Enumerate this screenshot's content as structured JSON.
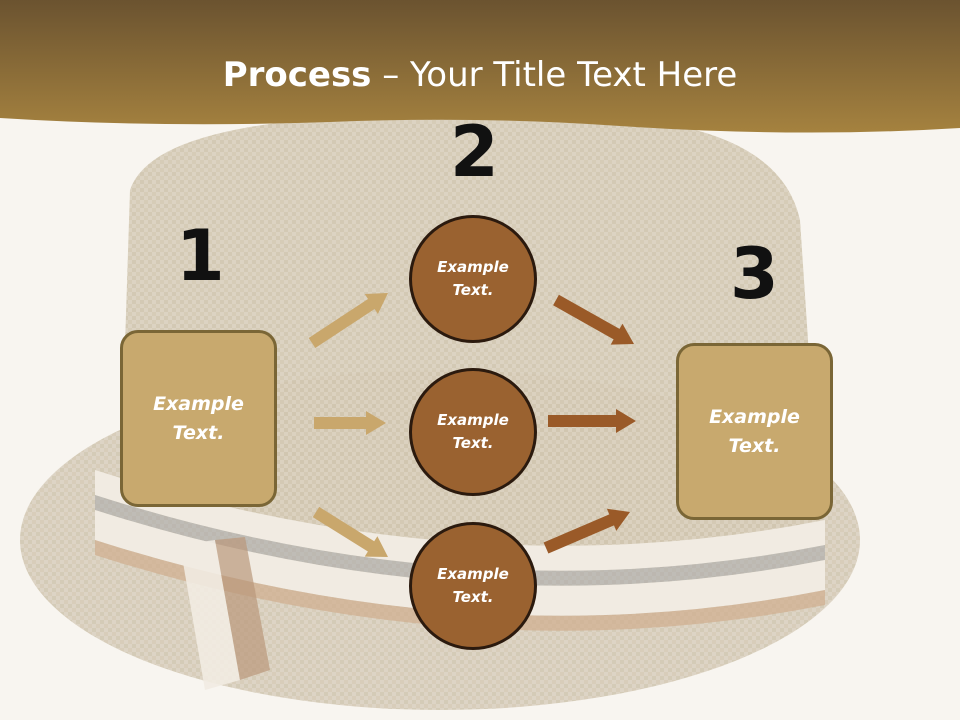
{
  "title": {
    "bold": "Process",
    "rest": " – Your Title Text Here"
  },
  "steps": [
    {
      "number": "1"
    },
    {
      "number": "2"
    },
    {
      "number": "3"
    }
  ],
  "left_box": {
    "text": "Example Text."
  },
  "right_box": {
    "text": "Example Text."
  },
  "circles": [
    {
      "text": "Example Text."
    },
    {
      "text": "Example Text."
    },
    {
      "text": "Example Text."
    }
  ],
  "colors": {
    "banner": "#8a6a32",
    "box_fill": "#c8a96e",
    "box_border": "#7a6636",
    "circle_fill": "#9a6230",
    "circle_border": "#2b1a0e",
    "arrow_left": "#c9a76c",
    "arrow_right": "#9a5a28"
  }
}
